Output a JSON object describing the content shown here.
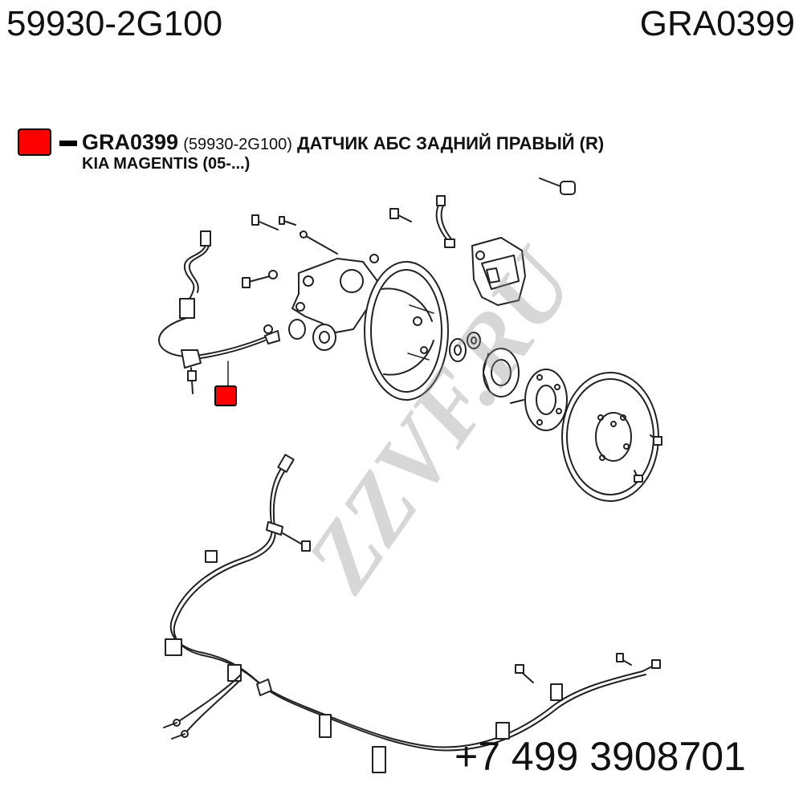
{
  "header": {
    "part_number": "59930-2G100",
    "catalog_code": "GRA0399"
  },
  "legend": {
    "code": "GRA0399",
    "oem": "(59930-2G100)",
    "description": "ДАТЧИК АБС ЗАДНИЙ ПРАВЫЙ (R)",
    "vehicle": "KIA MAGENTIS (05-...)",
    "marker_color": "#ff0000"
  },
  "watermark": "ZZVF.RU",
  "footer": {
    "phone": "+7 499 3908701"
  }
}
